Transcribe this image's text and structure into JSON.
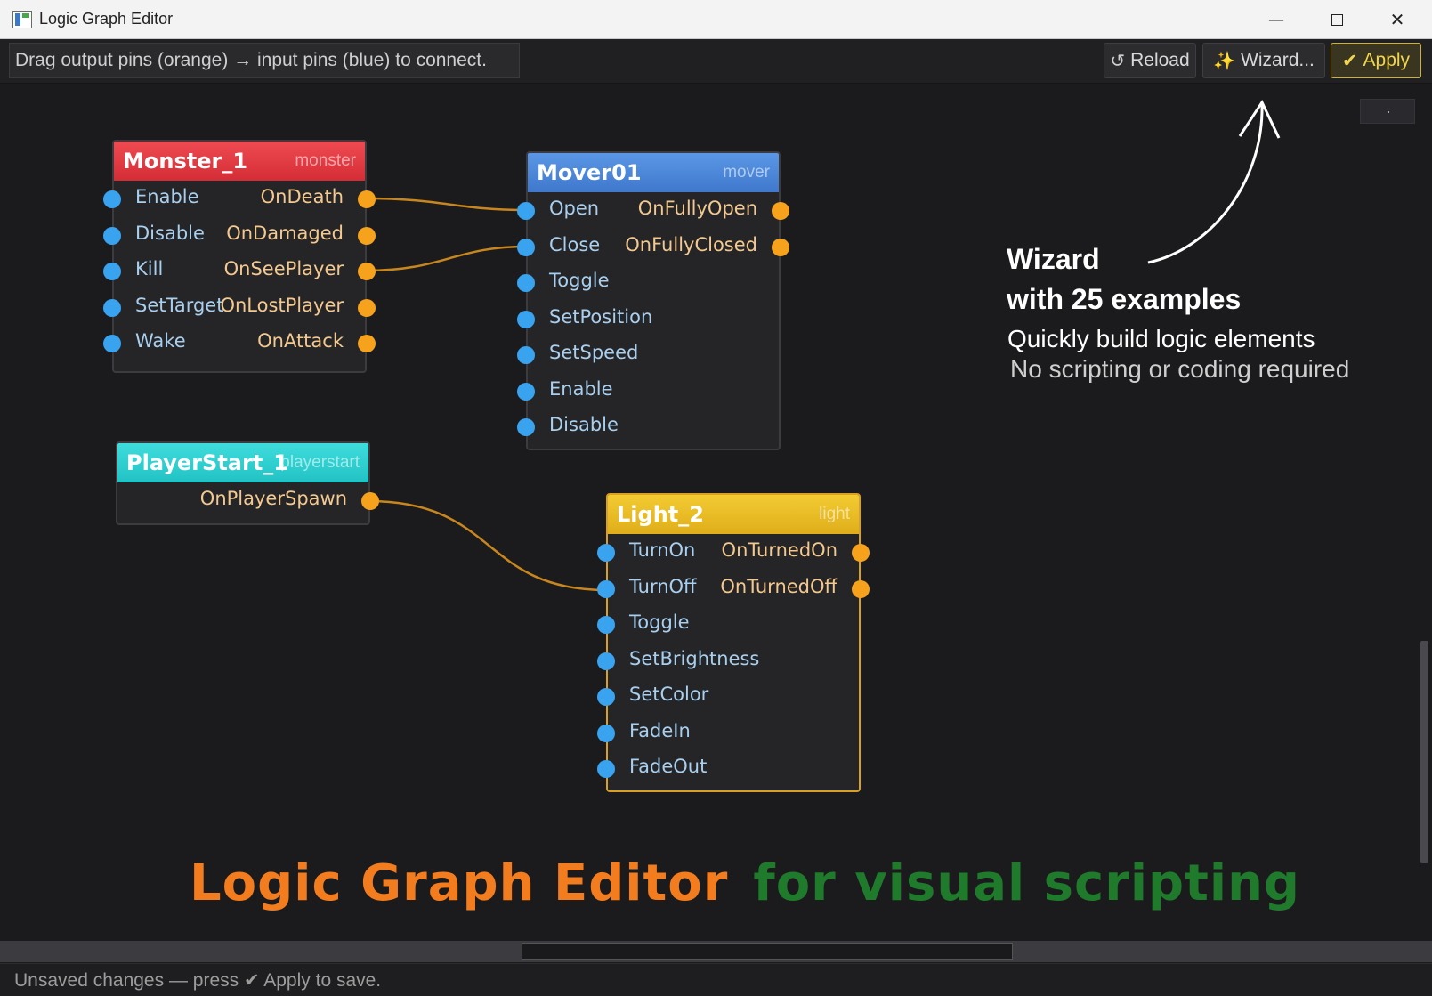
{
  "window": {
    "title": "Logic Graph Editor",
    "minimize_glyph": "—",
    "close_glyph": "✕"
  },
  "toolbar": {
    "hint": "Drag output pins (orange) → input pins (blue) to connect.",
    "reload_icon": "↺",
    "reload_label": "Reload",
    "wizard_icon": "✨",
    "wizard_label": "Wizard...",
    "apply_icon": "✔",
    "apply_label": "Apply"
  },
  "colors": {
    "input_pin": "#3aa3f0",
    "output_pin": "#f7a21c",
    "wire": "#c8861e",
    "monster_header": "#e0343b",
    "mover_header": "#4a86d8",
    "playerstart_header": "#2ccfd1",
    "light_header": "#e8bb21",
    "banner_orange": "#f37c1e",
    "banner_green": "#1f7a2c"
  },
  "nodes": {
    "monster": {
      "title": "Monster_1",
      "type": "monster",
      "inputs": [
        "Enable",
        "Disable",
        "Kill",
        "SetTarget",
        "Wake"
      ],
      "outputs": [
        "OnDeath",
        "OnDamaged",
        "OnSeePlayer",
        "OnLostPlayer",
        "OnAttack"
      ]
    },
    "mover": {
      "title": "Mover01",
      "type": "mover",
      "inputs": [
        "Open",
        "Close",
        "Toggle",
        "SetPosition",
        "SetSpeed",
        "Enable",
        "Disable"
      ],
      "outputs": [
        "OnFullyOpen",
        "OnFullyClosed"
      ]
    },
    "playerstart": {
      "title": "PlayerStart_1",
      "type": "playerstart",
      "inputs": [],
      "outputs": [
        "OnPlayerSpawn"
      ]
    },
    "light": {
      "title": "Light_2",
      "type": "light",
      "inputs": [
        "TurnOn",
        "TurnOff",
        "Toggle",
        "SetBrightness",
        "SetColor",
        "FadeIn",
        "FadeOut"
      ],
      "outputs": [
        "OnTurnedOn",
        "OnTurnedOff"
      ]
    }
  },
  "connections": [
    {
      "from": "Monster_1.OnDeath",
      "to": "Mover01.Open"
    },
    {
      "from": "Monster_1.OnSeePlayer",
      "to": "Mover01.Close"
    },
    {
      "from": "PlayerStart_1.OnPlayerSpawn",
      "to": "Light_2.TurnOff"
    }
  ],
  "annotation": {
    "line1": "Wizard",
    "line2": "with 25 examples",
    "line3": "Quickly build logic elements",
    "line4": "No scripting or coding required"
  },
  "banner": {
    "part1": "Logic Graph Editor",
    "part2": "for visual scripting"
  },
  "status": {
    "text": "Unsaved changes — press ✔ Apply to save."
  }
}
